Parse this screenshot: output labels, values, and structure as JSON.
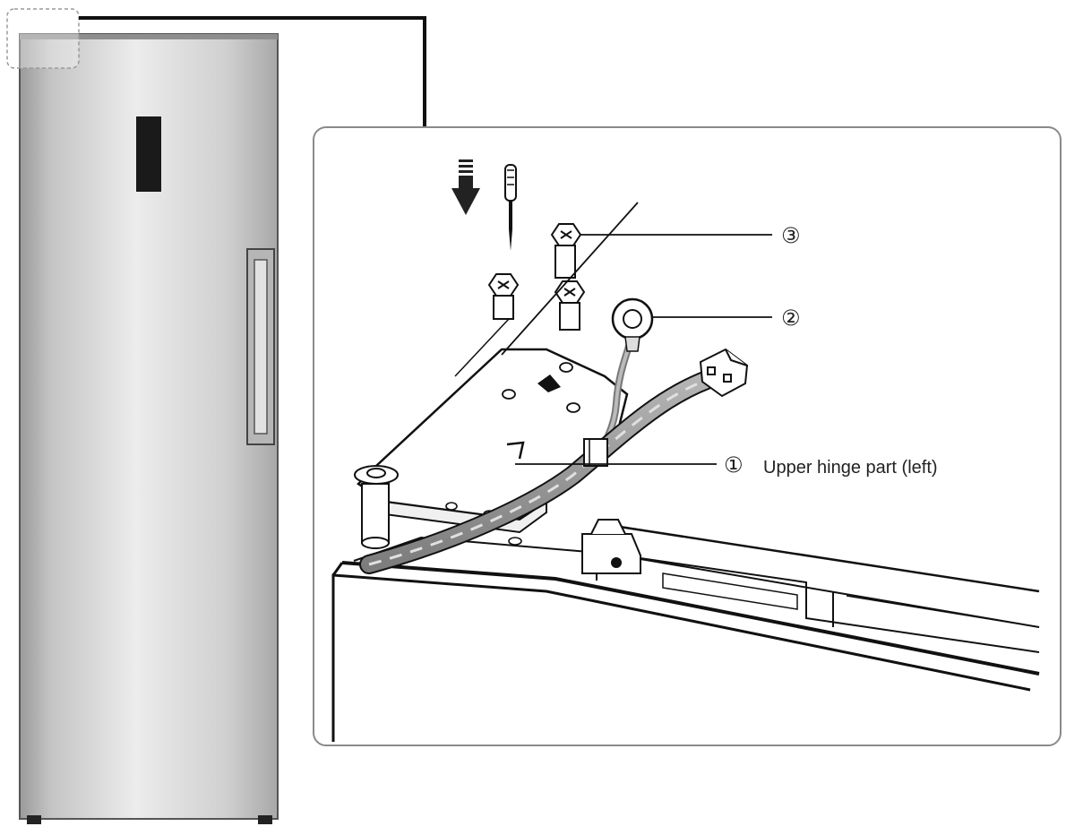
{
  "diagram": {
    "callouts": [
      {
        "id": "1",
        "number": "①",
        "label": "Upper hinge part (left)"
      },
      {
        "id": "2",
        "number": "②",
        "label": ""
      },
      {
        "id": "3",
        "number": "③",
        "label": ""
      }
    ],
    "icons": {
      "direction": "down-arrow-icon",
      "tool": "screwdriver-icon"
    },
    "colors": {
      "fridge_body": "#c9c9c9",
      "line": "#111111",
      "detail_frame": "#8a8a8a"
    }
  }
}
